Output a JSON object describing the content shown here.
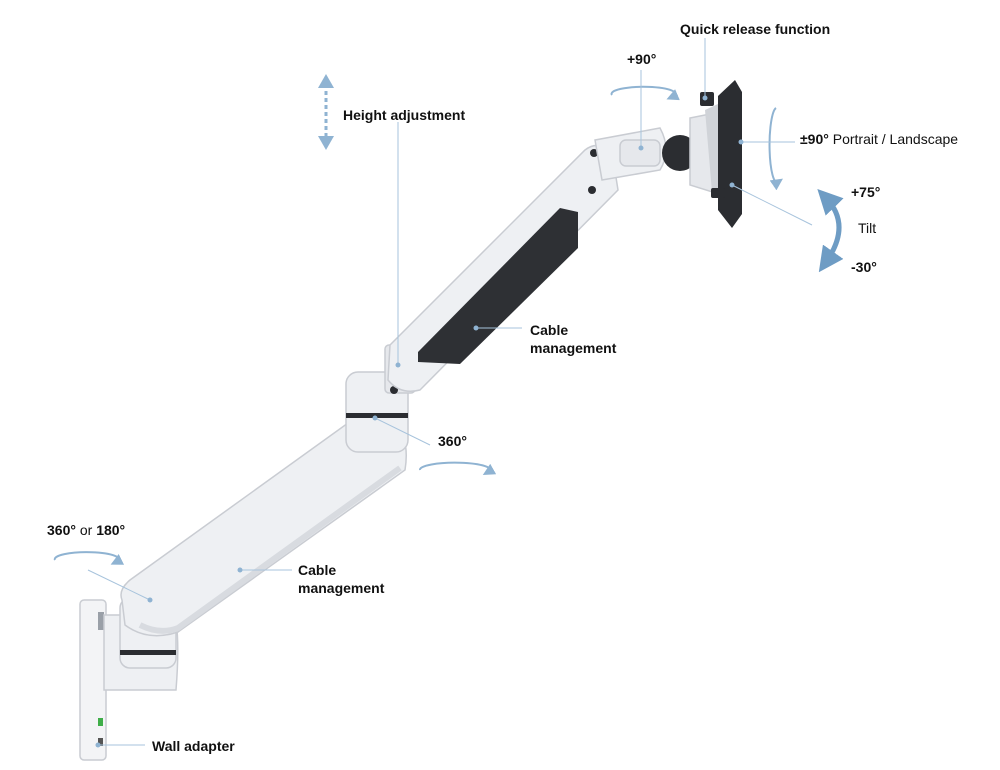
{
  "labels": {
    "quick_release": "Quick release function",
    "plus90": "+90°",
    "height_adjustment": "Height adjustment",
    "portrait_deg": "±90°",
    "portrait_text": "Portrait / Landscape",
    "tilt_plus": "+75°",
    "tilt_text": "Tilt",
    "tilt_minus": "-30°",
    "cable_upper_1": "Cable",
    "cable_upper_2": "management",
    "rot_mid": "360°",
    "base_360": "360°",
    "base_or": "or",
    "base_180": "180°",
    "cable_lower_1": "Cable",
    "cable_lower_2": "management",
    "wall_adapter": "Wall adapter"
  },
  "colors": {
    "arm_fill": "#eef0f3",
    "arm_stroke": "#c9ccd2",
    "arm_shadow": "#d8dbe0",
    "cable_cover": "#2e3034",
    "hardware_dark": "#2b2d31",
    "accent_blue": "#8fb3d2",
    "leader_line": "#a7c3dc",
    "wall_green": "#3fae49"
  }
}
